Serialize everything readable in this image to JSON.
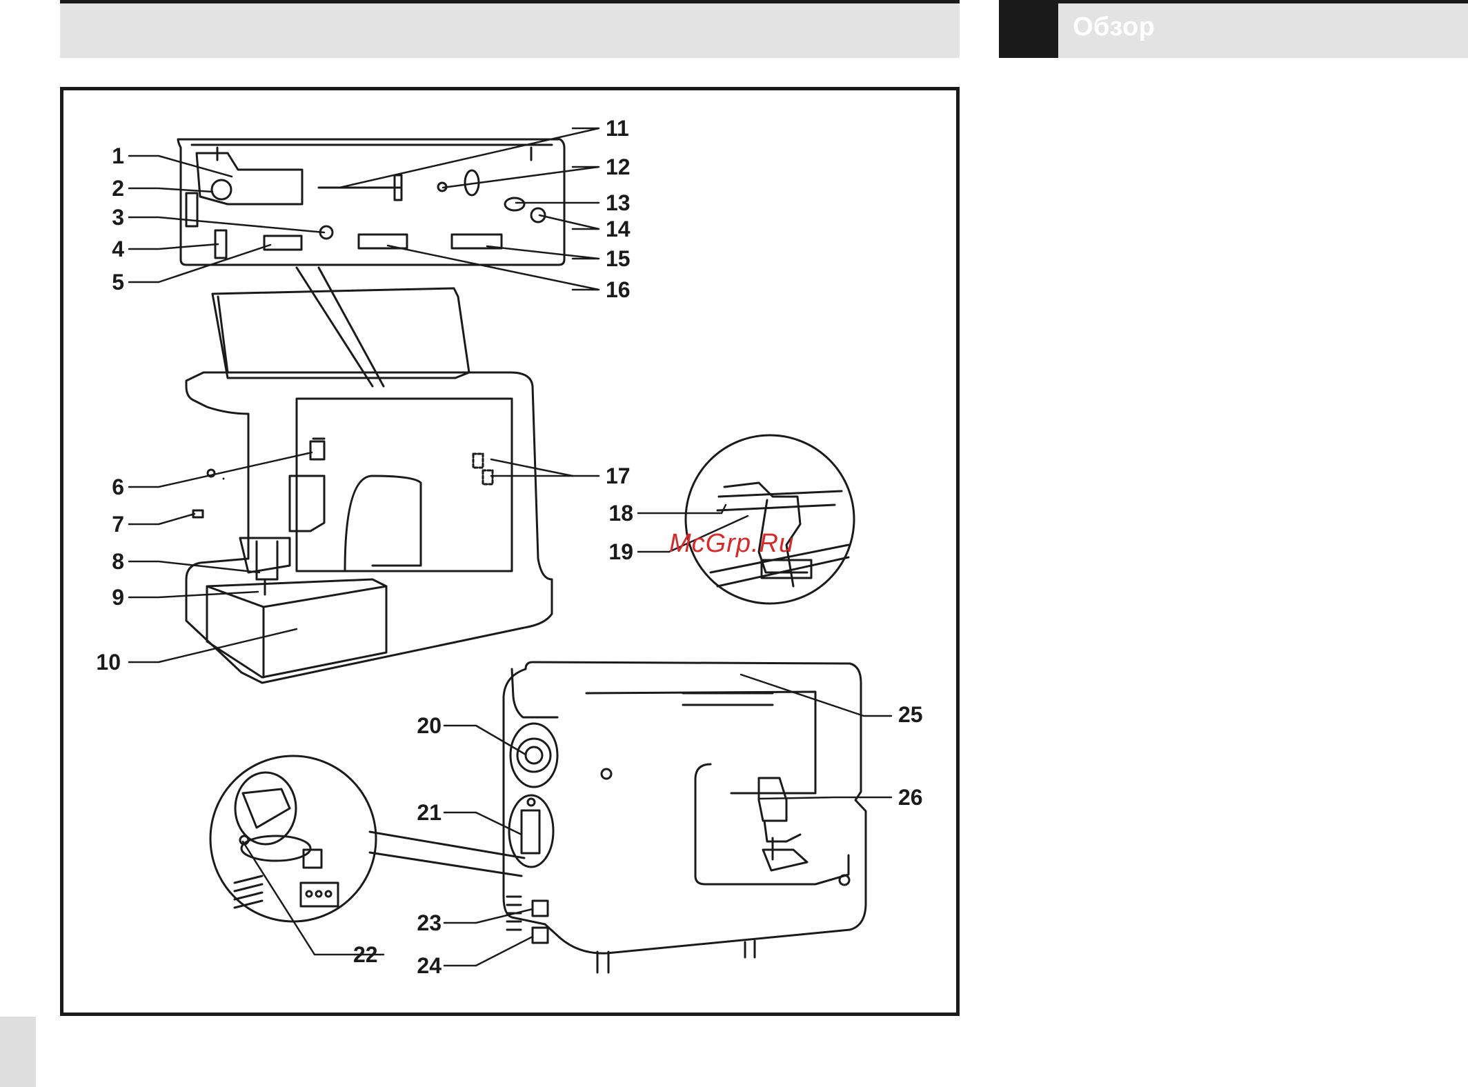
{
  "header": {
    "section_title": "Обзор"
  },
  "figure": {
    "callouts": [
      "1",
      "2",
      "3",
      "4",
      "5",
      "6",
      "7",
      "8",
      "9",
      "10",
      "11",
      "12",
      "13",
      "14",
      "15",
      "16",
      "17",
      "18",
      "19",
      "20",
      "21",
      "22",
      "23",
      "24",
      "25",
      "26"
    ]
  },
  "watermark": {
    "text": "McGrp.Ru"
  }
}
